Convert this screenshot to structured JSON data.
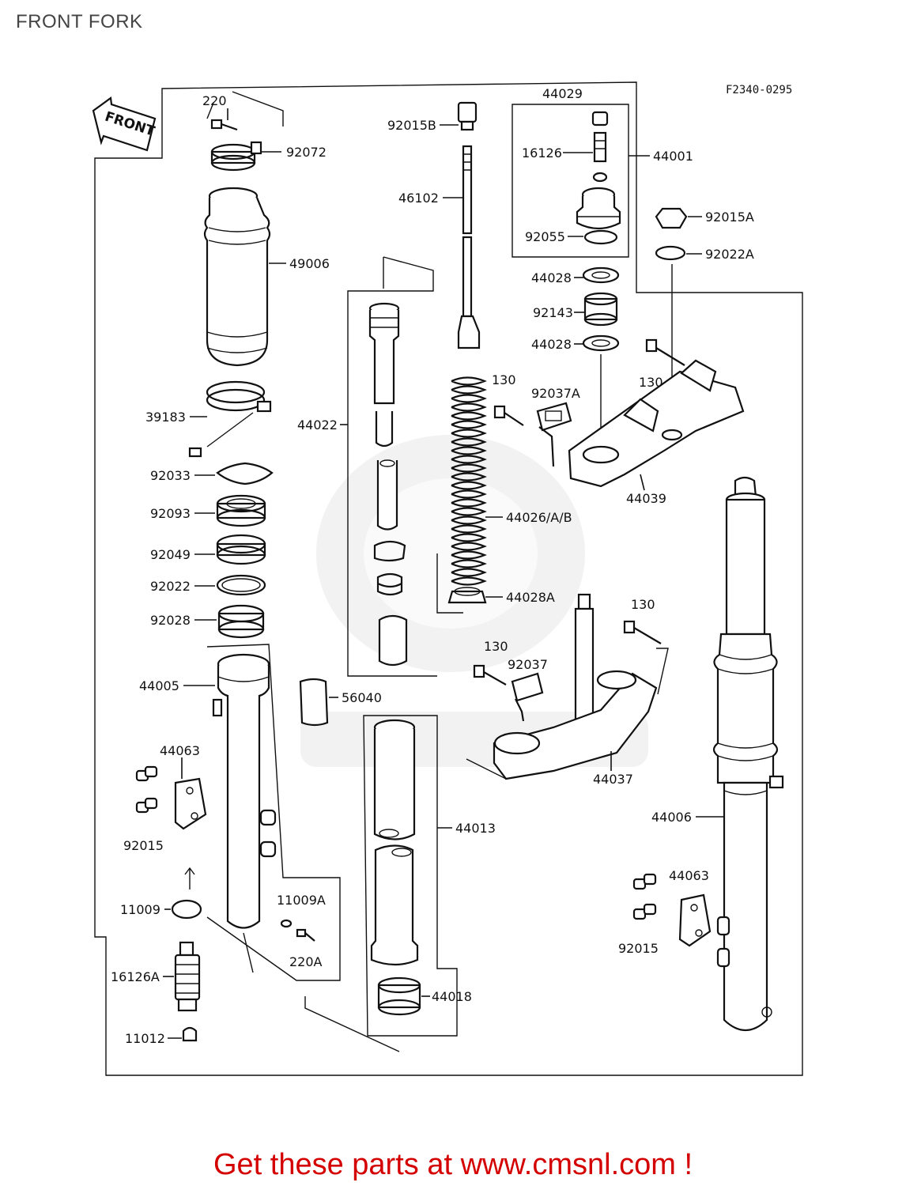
{
  "page": {
    "title": "FRONT FORK",
    "ref_code": "F2340-0295",
    "front_arrow_text": "FRONT",
    "footer": "Get these parts at www.cmsnl.com !"
  },
  "labels": {
    "p220": "220",
    "p92072": "92072",
    "p49006": "49006",
    "p39183": "39183",
    "p92033": "92033",
    "p92093": "92093",
    "p92049": "92049",
    "p92022": "92022",
    "p92028": "92028",
    "p44005": "44005",
    "p44063_left": "44063",
    "p92015_left": "92015",
    "p11009": "11009",
    "p11009A": "11009A",
    "p220A": "220A",
    "p16126A": "16126A",
    "p11012": "11012",
    "p44022": "44022",
    "p56040": "56040",
    "p44013": "44013",
    "p44018": "44018",
    "p92015B": "92015B",
    "p46102": "46102",
    "p44029": "44029",
    "p16126": "16126",
    "p92055": "92055",
    "p44001": "44001",
    "p92015A": "92015A",
    "p92022A": "92022A",
    "p44028_top": "44028",
    "p92143": "92143",
    "p44028_bottom": "44028",
    "p130_a": "130",
    "p130_b": "130",
    "p92037A": "92037A",
    "p44039": "44039",
    "p44026": "44026/A/B",
    "p44028A": "44028A",
    "p130_c": "130",
    "p130_d": "130",
    "p92037": "92037",
    "p44037": "44037",
    "p44006": "44006",
    "p44063_right": "44063",
    "p92015_right": "92015"
  }
}
